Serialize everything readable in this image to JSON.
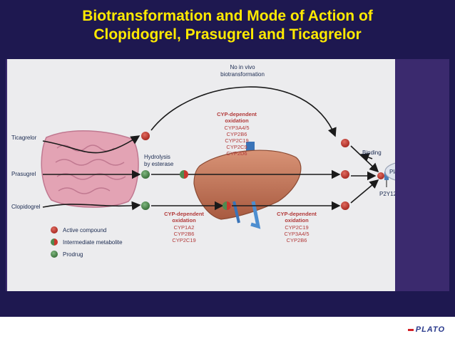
{
  "title": {
    "line1": "Biotransformation and Mode of Action of",
    "line2": "Clopidogrel, Prasugrel and Ticagrelor"
  },
  "diagram": {
    "no_vivo": [
      "No in vivo",
      "biotransformation"
    ],
    "cyp_top": [
      "CYP-dependent",
      "oxidation",
      "CYP3A4/5",
      "CYP2B6",
      "CYP2C19",
      "CYP2C9",
      "CYP2D6"
    ],
    "hydrolysis": [
      "Hydrolysis",
      "by esterase"
    ],
    "drugs": {
      "ticagrelor": "Ticagrelor",
      "prasugrel": "Prasugrel",
      "clopidogrel": "Clopidogrel"
    },
    "cyp_left": [
      "CYP-dependent",
      "oxidation",
      "CYP1A2",
      "CYP2B6",
      "CYP2C19"
    ],
    "cyp_right": [
      "CYP-dependent",
      "oxidation",
      "CYP2C19",
      "CYP3A4/5",
      "CYP2B6"
    ],
    "binding": "Binding",
    "platelet": "Platelet",
    "receptor": "P2Y12",
    "legend": {
      "active": "Active compound",
      "intermediate": "Intermediate metabolite",
      "prodrug": "Prodrug"
    }
  },
  "colors": {
    "background": "#1e1850",
    "title": "#ffea00",
    "active": "#c8372d",
    "prodrug": "#4f8a4f",
    "liver": "#c97a5c",
    "cyp_text": "#b23a3a"
  },
  "footer": {
    "logo": "PLATO"
  }
}
